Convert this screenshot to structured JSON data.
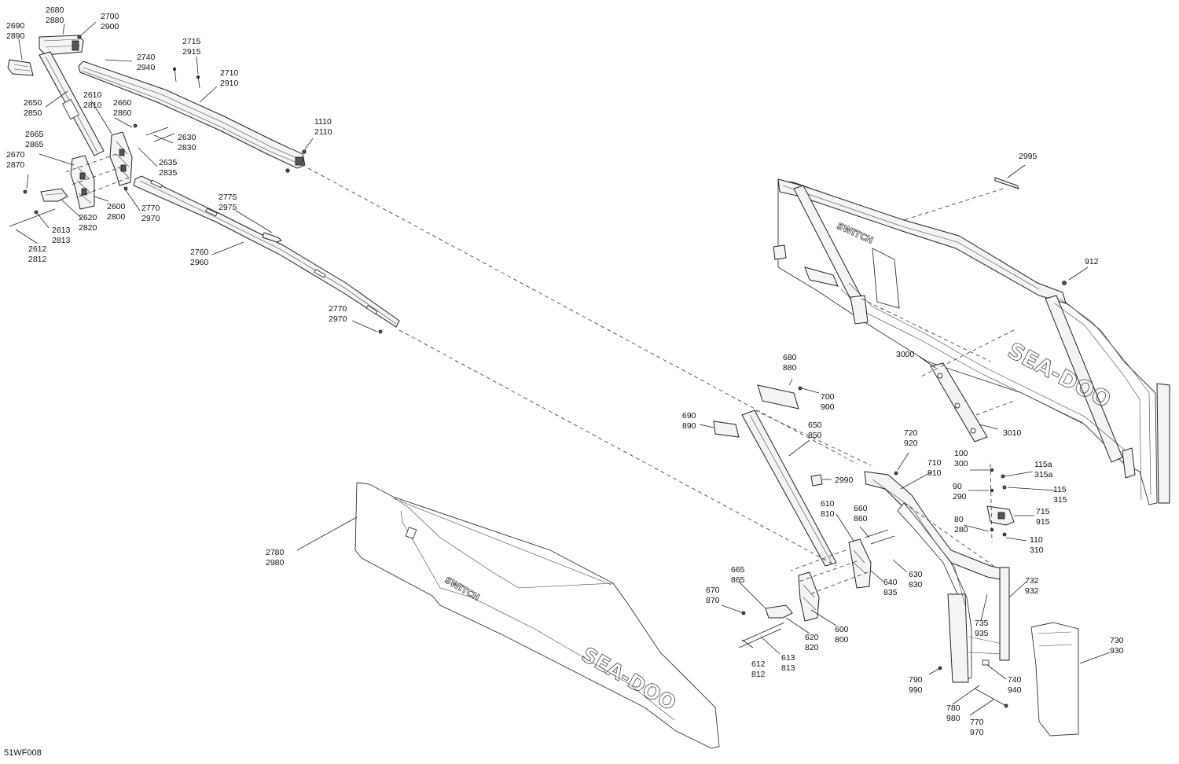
{
  "figure_code": "51WF008",
  "brand_marks": {
    "sea_doo": "SEA-DOO",
    "switch": "SWITCH"
  },
  "callouts": [
    {
      "id": "c2680",
      "lines": [
        "2680",
        "2880"
      ]
    },
    {
      "id": "c2700",
      "lines": [
        "2700",
        "2900"
      ]
    },
    {
      "id": "c2690",
      "lines": [
        "2690",
        "2890"
      ]
    },
    {
      "id": "c2715",
      "lines": [
        "2715",
        "2915"
      ]
    },
    {
      "id": "c2740",
      "lines": [
        "2740",
        "2940"
      ]
    },
    {
      "id": "c2710",
      "lines": [
        "2710",
        "2910"
      ]
    },
    {
      "id": "c2650",
      "lines": [
        "2650",
        "2850"
      ]
    },
    {
      "id": "c2610",
      "lines": [
        "2610",
        "2810"
      ]
    },
    {
      "id": "c2660",
      "lines": [
        "2660",
        "2860"
      ]
    },
    {
      "id": "c1110",
      "lines": [
        "1110",
        "2110"
      ]
    },
    {
      "id": "c2630",
      "lines": [
        "2630",
        "2830"
      ]
    },
    {
      "id": "c2665",
      "lines": [
        "2665",
        "2865"
      ]
    },
    {
      "id": "c2635",
      "lines": [
        "2635",
        "2835"
      ]
    },
    {
      "id": "c2670",
      "lines": [
        "2670",
        "2870"
      ]
    },
    {
      "id": "c2600",
      "lines": [
        "2600",
        "2800"
      ]
    },
    {
      "id": "c2770a",
      "lines": [
        "2770",
        "2970"
      ]
    },
    {
      "id": "c2775",
      "lines": [
        "2775",
        "2975"
      ]
    },
    {
      "id": "c2620",
      "lines": [
        "2620",
        "2820"
      ]
    },
    {
      "id": "c2613",
      "lines": [
        "2613",
        "2813"
      ]
    },
    {
      "id": "c2612",
      "lines": [
        "2612",
        "2812"
      ]
    },
    {
      "id": "c2760",
      "lines": [
        "2760",
        "2960"
      ]
    },
    {
      "id": "c2770b",
      "lines": [
        "2770",
        "2970"
      ]
    },
    {
      "id": "c2995",
      "lines": [
        "2995"
      ]
    },
    {
      "id": "c912",
      "lines": [
        "912"
      ]
    },
    {
      "id": "c3000",
      "lines": [
        "3000"
      ]
    },
    {
      "id": "c3010",
      "lines": [
        "3010"
      ]
    },
    {
      "id": "c680",
      "lines": [
        "680",
        "880"
      ]
    },
    {
      "id": "c700",
      "lines": [
        "700",
        "900"
      ]
    },
    {
      "id": "c690",
      "lines": [
        "690",
        "890"
      ]
    },
    {
      "id": "c650",
      "lines": [
        "650",
        "850"
      ]
    },
    {
      "id": "c720",
      "lines": [
        "720",
        "920"
      ]
    },
    {
      "id": "c710",
      "lines": [
        "710",
        "910"
      ]
    },
    {
      "id": "c100",
      "lines": [
        "100",
        "300"
      ]
    },
    {
      "id": "c115a",
      "lines": [
        "115a",
        "315a"
      ]
    },
    {
      "id": "c2990",
      "lines": [
        "2990"
      ]
    },
    {
      "id": "c115",
      "lines": [
        "115",
        "315"
      ]
    },
    {
      "id": "c90",
      "lines": [
        "90",
        "290"
      ]
    },
    {
      "id": "c610",
      "lines": [
        "610",
        "810"
      ]
    },
    {
      "id": "c660",
      "lines": [
        "660",
        "860"
      ]
    },
    {
      "id": "c715",
      "lines": [
        "715",
        "915"
      ]
    },
    {
      "id": "c80",
      "lines": [
        "80",
        "280"
      ]
    },
    {
      "id": "c110",
      "lines": [
        "110",
        "310"
      ]
    },
    {
      "id": "c2780",
      "lines": [
        "2780",
        "2980"
      ]
    },
    {
      "id": "c665",
      "lines": [
        "665",
        "865"
      ]
    },
    {
      "id": "c630",
      "lines": [
        "630",
        "830"
      ]
    },
    {
      "id": "c732",
      "lines": [
        "732",
        "932"
      ]
    },
    {
      "id": "c640",
      "lines": [
        "640",
        "835"
      ]
    },
    {
      "id": "c670",
      "lines": [
        "670",
        "870"
      ]
    },
    {
      "id": "c735",
      "lines": [
        "735",
        "935"
      ]
    },
    {
      "id": "c600",
      "lines": [
        "600",
        "800"
      ]
    },
    {
      "id": "c620",
      "lines": [
        "620",
        "820"
      ]
    },
    {
      "id": "c730",
      "lines": [
        "730",
        "930"
      ]
    },
    {
      "id": "c613",
      "lines": [
        "613",
        "813"
      ]
    },
    {
      "id": "c612",
      "lines": [
        "612",
        "812"
      ]
    },
    {
      "id": "c790",
      "lines": [
        "790",
        "990"
      ]
    },
    {
      "id": "c740",
      "lines": [
        "740",
        "940"
      ]
    },
    {
      "id": "c780",
      "lines": [
        "780",
        "980"
      ]
    },
    {
      "id": "c770",
      "lines": [
        "770",
        "970"
      ]
    }
  ]
}
